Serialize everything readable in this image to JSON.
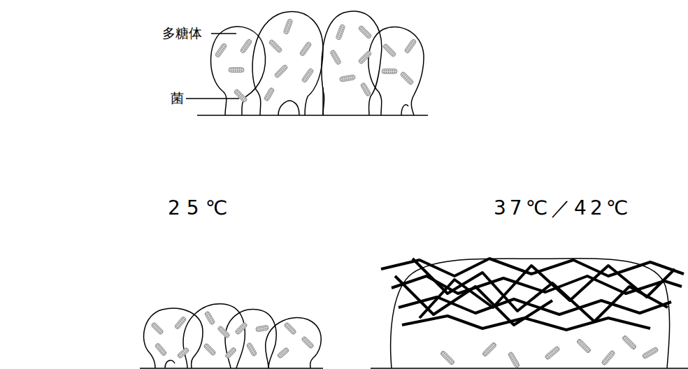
{
  "diagram": {
    "labels": [
      "多糖体",
      "菌",
      "25℃",
      "37℃／42℃"
    ]
  }
}
